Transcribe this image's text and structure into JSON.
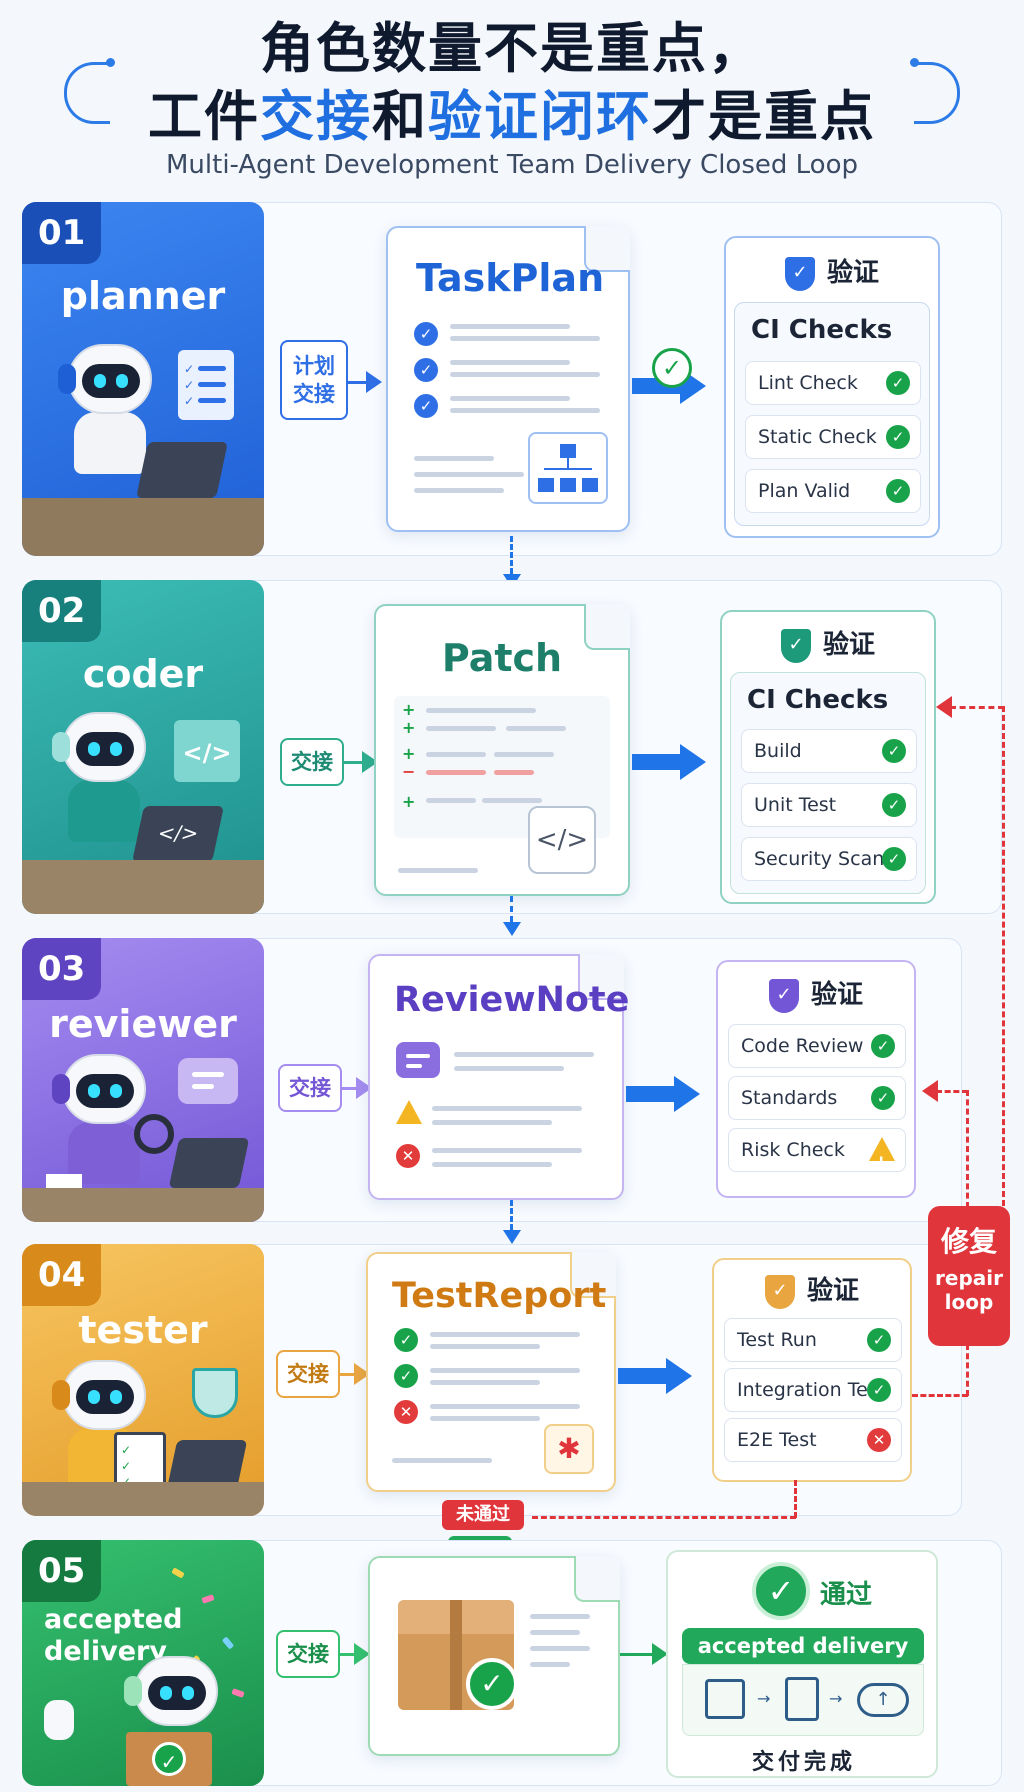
{
  "header": {
    "title_line1": "角色数量不是重点，",
    "title_line2_a": "工件",
    "title_line2_b": "交接",
    "title_line2_c": "和",
    "title_line2_d": "验证闭环",
    "title_line2_e": "才是重点",
    "subtitle": "Multi-Agent Development Team Delivery Closed Loop"
  },
  "stages": [
    {
      "num": "01",
      "role": "planner",
      "handoff": "计划\n交接",
      "artifact": "TaskPlan",
      "verify": "验证",
      "ci_title": "CI Checks",
      "checks": [
        {
          "label": "Lint Check",
          "status": "pass"
        },
        {
          "label": "Static Check",
          "status": "pass"
        },
        {
          "label": "Plan Valid",
          "status": "pass"
        }
      ]
    },
    {
      "num": "02",
      "role": "coder",
      "handoff": "交接",
      "artifact": "Patch",
      "verify": "验证",
      "ci_title": "CI Checks",
      "checks": [
        {
          "label": "Build",
          "status": "pass"
        },
        {
          "label": "Unit Test",
          "status": "pass"
        },
        {
          "label": "Security Scan",
          "status": "pass"
        }
      ]
    },
    {
      "num": "03",
      "role": "reviewer",
      "handoff": "交接",
      "artifact": "ReviewNote",
      "verify": "验证",
      "checks": [
        {
          "label": "Code Review",
          "status": "pass"
        },
        {
          "label": "Standards",
          "status": "pass"
        },
        {
          "label": "Risk Check",
          "status": "warn"
        }
      ]
    },
    {
      "num": "04",
      "role": "tester",
      "handoff": "交接",
      "artifact": "TestReport",
      "verify": "验证",
      "checks": [
        {
          "label": "Test Run",
          "status": "pass"
        },
        {
          "label": "Integration Test",
          "status": "pass"
        },
        {
          "label": "E2E Test",
          "status": "fail"
        }
      ]
    },
    {
      "num": "05",
      "role": "accepted\ndelivery",
      "handoff": "交接",
      "verify": "通过",
      "banner": "accepted delivery",
      "footer": "交付完成"
    }
  ],
  "repair": {
    "cn": "修复",
    "en": "repair\nloop"
  },
  "tags": {
    "fail": "未通过",
    "pass": "通过"
  },
  "colors": {
    "planner": "#2f6fe6",
    "coder": "#2aa7a4",
    "reviewer": "#8a6ee0",
    "tester": "#f0ad3c",
    "delivery": "#22a85a",
    "accent": "#1f74e8",
    "repair": "#e0353b"
  }
}
